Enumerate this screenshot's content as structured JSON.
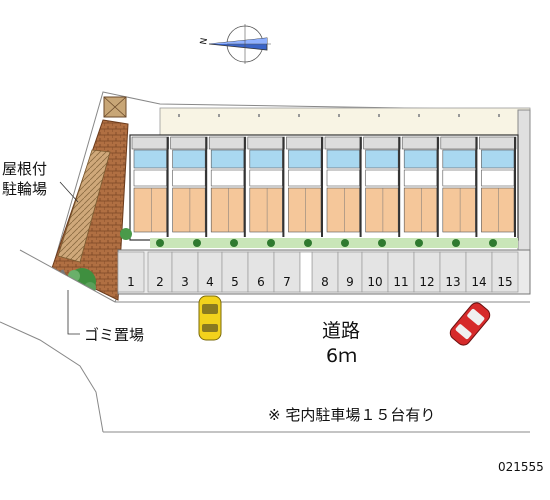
{
  "compass": {
    "north_label": "N",
    "icon": "compass-icon"
  },
  "labels": {
    "bike_parking": "屋根付駐輪場",
    "garbage": "ゴミ置場",
    "road_name": "道路",
    "road_width": "6ｍ",
    "parking_note": "※ 宅内駐車場１５台有り",
    "image_id": "021555"
  },
  "parking": {
    "slots": [
      "1",
      "2",
      "3",
      "4",
      "5",
      "6",
      "7",
      "8",
      "9",
      "10",
      "11",
      "12",
      "13",
      "14",
      "15"
    ]
  },
  "colors": {
    "road": "#ffffff",
    "parking": "#e8e8e8",
    "unit_floor": "#f5c79a",
    "unit_bath": "#a9d8f0",
    "brick": "#a0643a",
    "hedge": "#2f7a2f",
    "car_yellow": "#f2d21c",
    "car_red": "#d62a2a"
  }
}
